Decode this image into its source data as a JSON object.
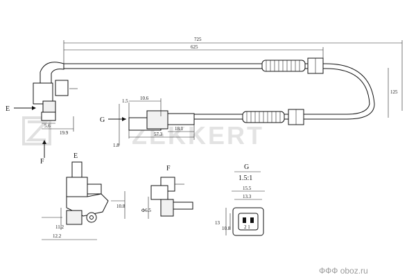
{
  "brand": {
    "logo_text": "ZEKKERT"
  },
  "watermark": {
    "text": "ФФФ oboz.ru"
  },
  "view_labels": {
    "e_arrow": "E",
    "f_arrow": "F",
    "g_arrow": "G",
    "e_detail": "E",
    "f_detail": "F",
    "g_detail": "G",
    "g_scale": "1.5:1"
  },
  "dimensions": {
    "overall_top": "725",
    "cable_length": "625",
    "loop_height": "125",
    "connector_width": "10.6",
    "connector_offset_small": "1.5",
    "grommet_length": "18.1",
    "connector_to_grommet": "57.3",
    "side_height": "1.8",
    "sensor_body_width": "19.9",
    "sensor_small": "5.6",
    "e_height": "10.8",
    "e_small_height": "11.2",
    "e_width": "12.2",
    "f_diameter": "Φ6.5",
    "g_outer_width": "15.5",
    "g_inner_width": "13.3",
    "g_height": "13",
    "g_inner_height": "10.8",
    "g_pin_label": "2 1"
  }
}
